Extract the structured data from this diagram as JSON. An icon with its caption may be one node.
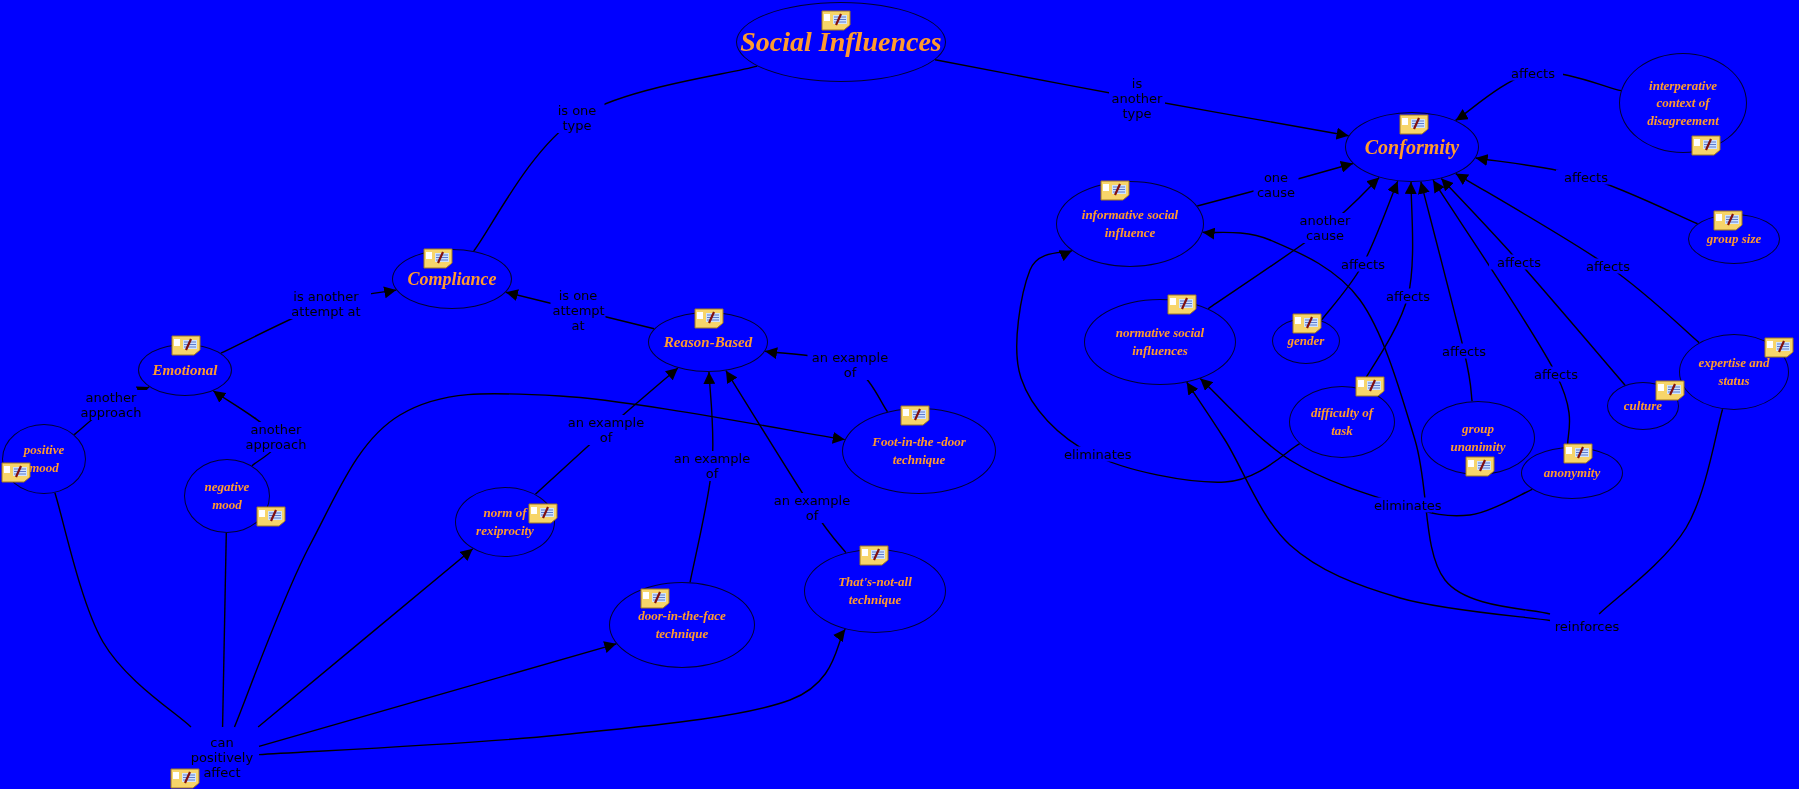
{
  "diagram": {
    "nodes": [
      {
        "text": [
          "Social Influences"
        ]
      },
      {
        "text": [
          "Conformity"
        ]
      },
      {
        "text": [
          "interperative context of disagreement"
        ]
      },
      {
        "text": [
          "Compliance"
        ]
      },
      {
        "text": [
          "informative social influence"
        ]
      },
      {
        "text": [
          "group size"
        ]
      },
      {
        "text": [
          "Reason-Based"
        ]
      },
      {
        "text": [
          "Emotional"
        ]
      },
      {
        "text": [
          "normative social influences"
        ]
      },
      {
        "text": [
          "gender"
        ]
      },
      {
        "text": [
          "expertise and status"
        ]
      },
      {
        "text": [
          "Foot-in-the -door technique"
        ]
      },
      {
        "text": [
          "culture"
        ]
      },
      {
        "text": [
          "positive mood"
        ]
      },
      {
        "text": [
          "difficulty of task"
        ]
      },
      {
        "text": [
          "group unanimity"
        ]
      },
      {
        "text": [
          "anonymity"
        ]
      },
      {
        "text": [
          "negative mood"
        ]
      },
      {
        "text": [
          "norm of rexiprocity"
        ]
      },
      {
        "text": [
          "That's-not-all technique"
        ]
      },
      {
        "text": [
          "door-in-the-face technique"
        ]
      },
      {
        "text": [
          "reinforces"
        ]
      },
      {
        "text": [
          "can positively affect"
        ]
      }
    ],
    "edges": [
      {
        "from": 0,
        "to": 3,
        "label": "is one type",
        "arrow": "none"
      },
      {
        "from": 0,
        "to": 1,
        "label": "is another type",
        "arrow": "to"
      },
      {
        "from": 7,
        "to": 3,
        "label": "is another attempt at",
        "arrow": "to"
      },
      {
        "from": 6,
        "to": 3,
        "label": "is one attempt at",
        "arrow": "to"
      },
      {
        "from": 13,
        "to": 7,
        "label": "another approach",
        "arrow": "to"
      },
      {
        "from": 17,
        "to": 7,
        "label": "another approach",
        "arrow": "to"
      },
      {
        "from": 11,
        "to": 6,
        "label": "an example of",
        "arrow": "to"
      },
      {
        "from": 18,
        "to": 6,
        "label": "an example of",
        "arrow": "to"
      },
      {
        "from": 20,
        "to": 6,
        "label": "an example of",
        "arrow": "to"
      },
      {
        "from": 19,
        "to": 6,
        "label": "an example of",
        "arrow": "to"
      },
      {
        "from": 13,
        "to": 22,
        "arrow": "none"
      },
      {
        "from": 17,
        "to": 22,
        "arrow": "none"
      },
      {
        "from": 22,
        "to": 18,
        "arrow": "to"
      },
      {
        "from": 22,
        "to": 11,
        "arrow": "to"
      },
      {
        "from": 22,
        "to": 20,
        "arrow": "to"
      },
      {
        "from": 22,
        "to": 19,
        "arrow": "to"
      },
      {
        "from": 4,
        "to": 1,
        "label": "one cause",
        "arrow": "to"
      },
      {
        "from": 8,
        "to": 1,
        "label": "another cause",
        "arrow": "to"
      },
      {
        "from": 2,
        "to": 1,
        "label": "affects",
        "arrow": "to"
      },
      {
        "from": 5,
        "to": 1,
        "label": "affects",
        "arrow": "to"
      },
      {
        "from": 9,
        "to": 1,
        "label": "affects",
        "arrow": "to"
      },
      {
        "from": 14,
        "to": 1,
        "label": "affects",
        "arrow": "to"
      },
      {
        "from": 15,
        "to": 1,
        "label": "affects",
        "arrow": "to"
      },
      {
        "from": 16,
        "to": 1,
        "label": "affects",
        "arrow": "to"
      },
      {
        "from": 12,
        "to": 1,
        "label": "affects",
        "arrow": "to"
      },
      {
        "from": 10,
        "to": 1,
        "label": "affects",
        "arrow": "to"
      },
      {
        "from": 14,
        "to": 4,
        "label": "eliminates",
        "arrow": "to"
      },
      {
        "from": 16,
        "to": 8,
        "label": "eliminates",
        "arrow": "to"
      },
      {
        "from": 10,
        "to": 21,
        "arrow": "none"
      },
      {
        "from": 21,
        "to": 8,
        "arrow": "to"
      },
      {
        "from": 21,
        "to": 4,
        "arrow": "to"
      }
    ]
  }
}
